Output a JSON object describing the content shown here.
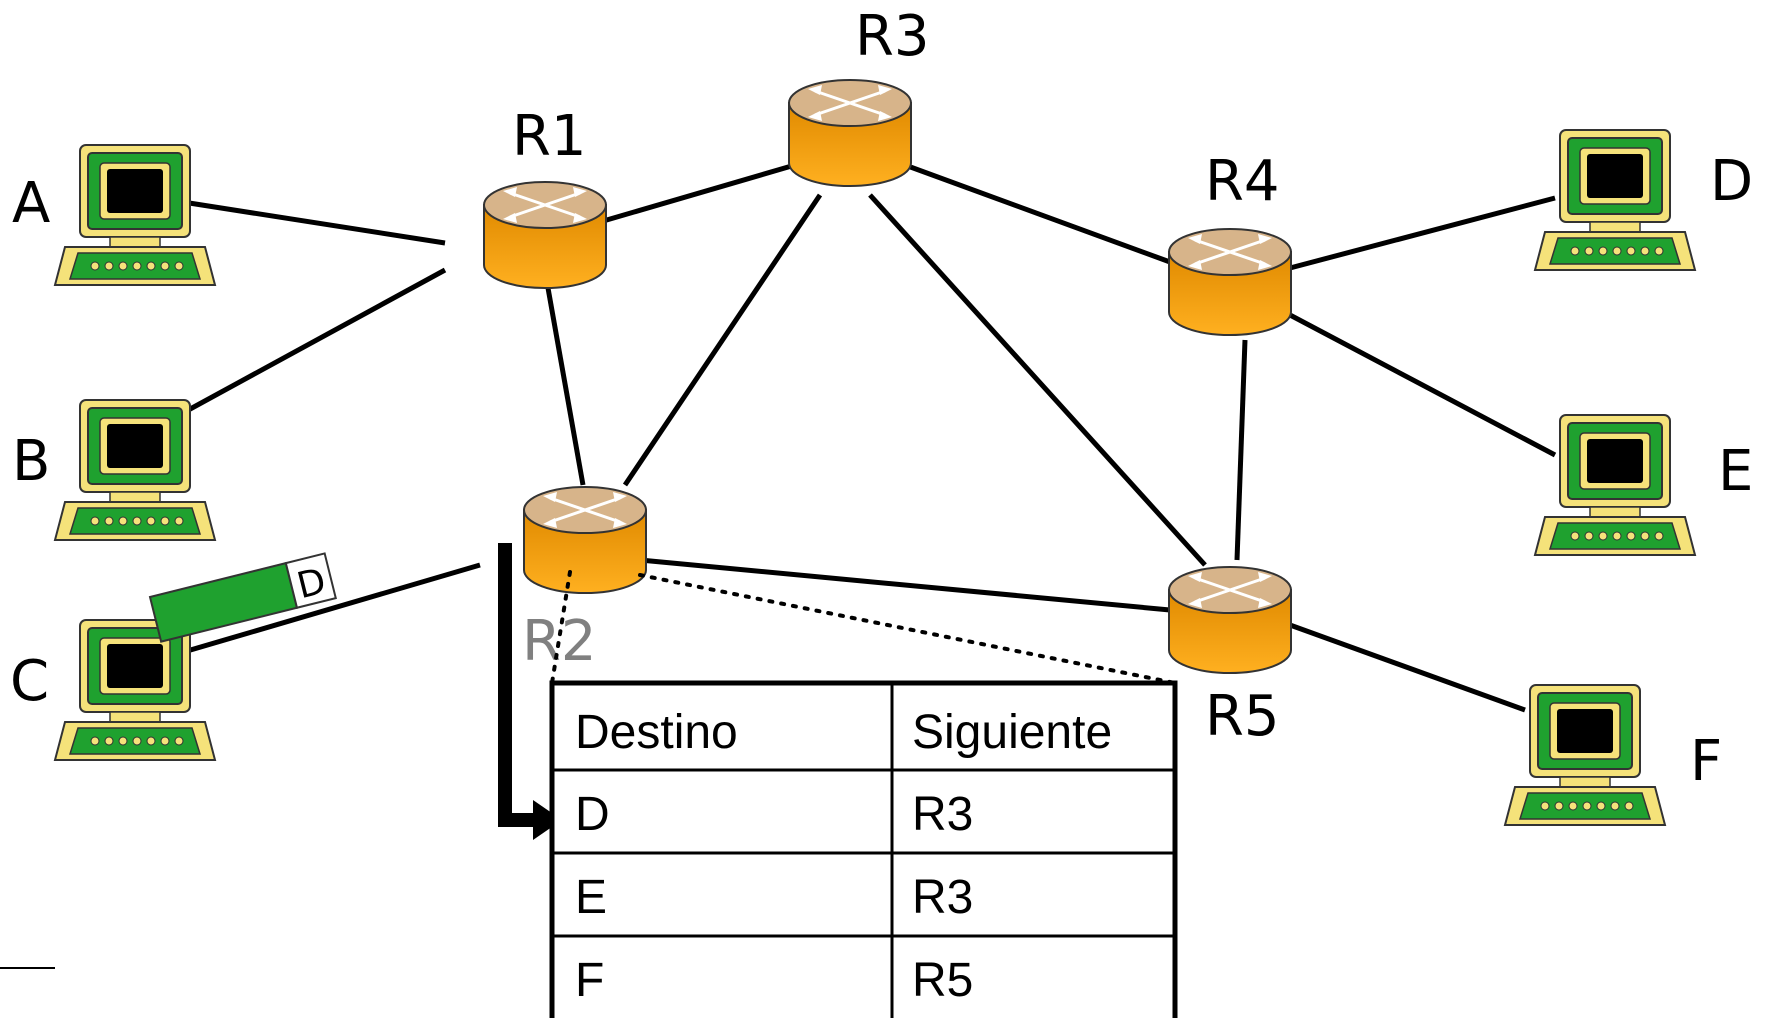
{
  "routers": [
    {
      "id": "R1",
      "label": "R1"
    },
    {
      "id": "R2",
      "label": "R2"
    },
    {
      "id": "R3",
      "label": "R3"
    },
    {
      "id": "R4",
      "label": "R4"
    },
    {
      "id": "R5",
      "label": "R5"
    }
  ],
  "hosts": [
    {
      "id": "A",
      "label": "A"
    },
    {
      "id": "B",
      "label": "B"
    },
    {
      "id": "C",
      "label": "C"
    },
    {
      "id": "D",
      "label": "D"
    },
    {
      "id": "E",
      "label": "E"
    },
    {
      "id": "F",
      "label": "F"
    }
  ],
  "links": [
    [
      "A",
      "R1"
    ],
    [
      "B",
      "R1"
    ],
    [
      "C",
      "R2"
    ],
    [
      "R1",
      "R3"
    ],
    [
      "R1",
      "R2"
    ],
    [
      "R2",
      "R3"
    ],
    [
      "R3",
      "R4"
    ],
    [
      "R3",
      "R5"
    ],
    [
      "R2",
      "R5"
    ],
    [
      "R4",
      "R5"
    ],
    [
      "R4",
      "D"
    ],
    [
      "R4",
      "E"
    ],
    [
      "R5",
      "F"
    ]
  ],
  "packet": {
    "destination": "D"
  },
  "routing_table": {
    "router": "R2",
    "headers": [
      "Destino",
      "Siguiente"
    ],
    "rows": [
      [
        "D",
        "R3"
      ],
      [
        "E",
        "R3"
      ],
      [
        "F",
        "R5"
      ]
    ]
  },
  "colors": {
    "router_top": "#d7b48a",
    "router_body": "#f2a20f",
    "computer_green": "#1fa12f",
    "computer_yellow": "#f5e27a",
    "packet_green": "#1fa12f"
  }
}
